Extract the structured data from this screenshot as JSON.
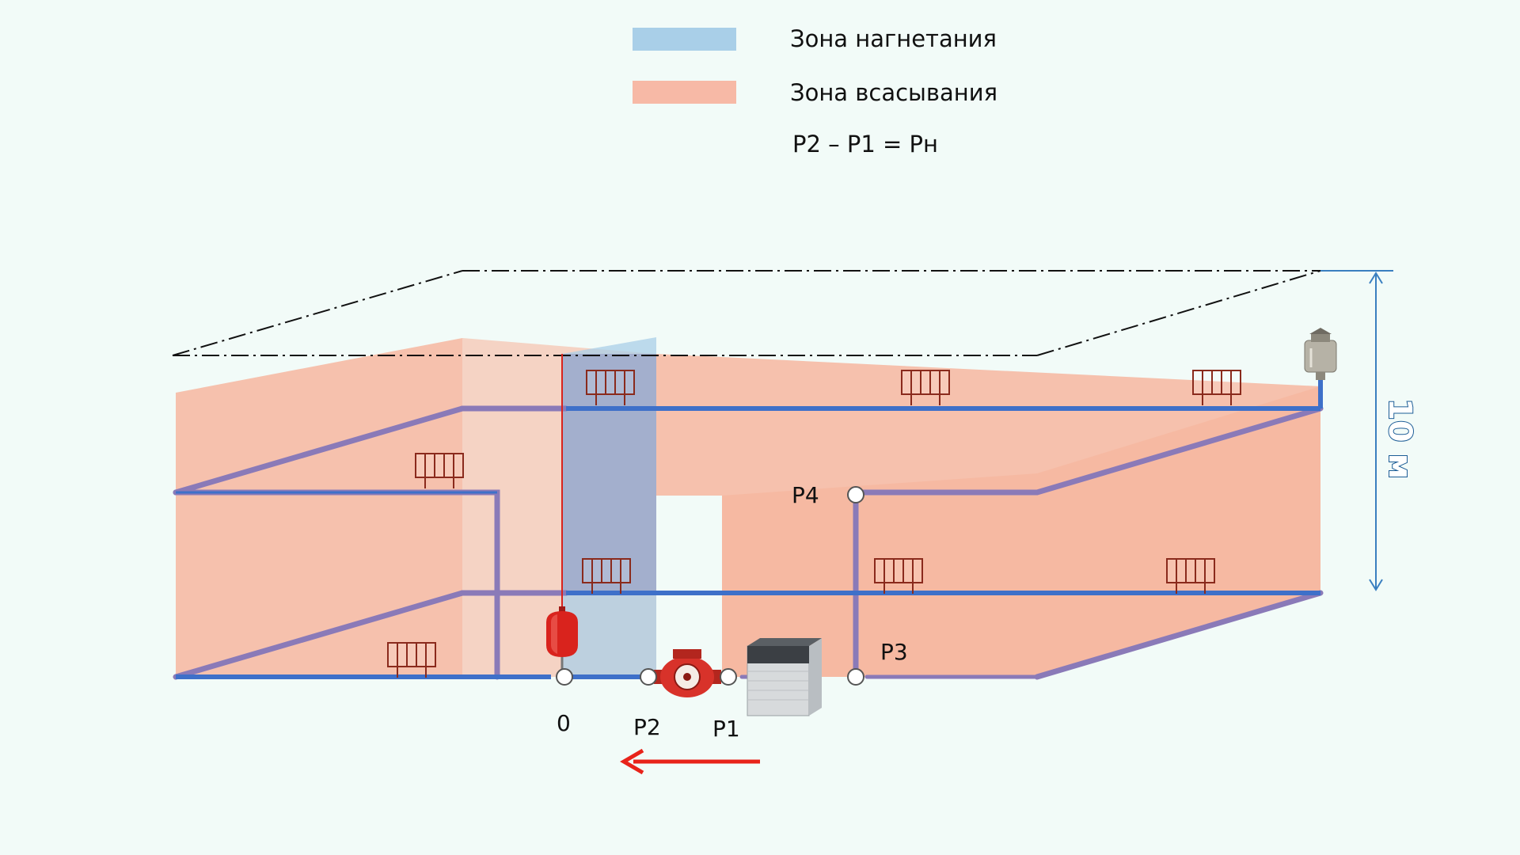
{
  "legend": {
    "discharge_zone": {
      "label": "Зона нагнетания",
      "color": "#a9cfe8"
    },
    "suction_zone": {
      "label": "Зона всасывания",
      "color": "#f7b9a6"
    },
    "formula": "P2 – P1 = Pн"
  },
  "points": {
    "zero": "0",
    "p1": "P1",
    "p2": "P2",
    "p3": "P3",
    "p4": "P4"
  },
  "height_label": "10 м",
  "colors": {
    "pipe_blue": "#3e70c9",
    "pipe_purple": "#8a7ab8",
    "radiator": "#8a2a1c",
    "flow_arrow": "#e8231a",
    "dimension": "#3a7fc0",
    "expansion_tank": "#d9231d"
  },
  "icons": [
    "radiator-icon",
    "expansion-tank-icon",
    "circulation-pump-icon",
    "boiler-icon",
    "air-vent-icon"
  ]
}
